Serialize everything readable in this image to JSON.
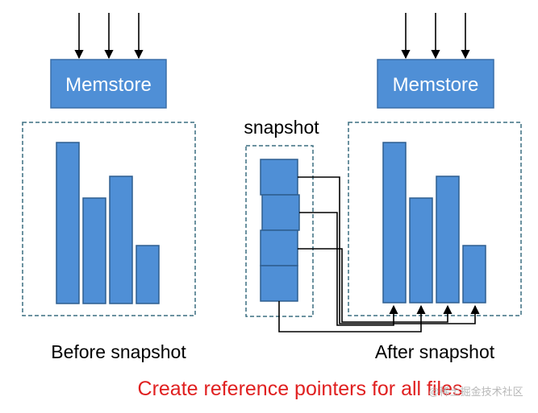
{
  "left": {
    "memstore_label": "Memstore",
    "caption": "Before snapshot"
  },
  "snapshot": {
    "label": "snapshot"
  },
  "right": {
    "memstore_label": "Memstore",
    "caption": "After snapshot"
  },
  "footer": {
    "message": "Create reference pointers for all files",
    "watermark": "@稀土掘金技术社区"
  },
  "colors": {
    "box_fill": "#4f8fd6",
    "dashed_border": "#3b6e80",
    "message": "#e02020"
  }
}
